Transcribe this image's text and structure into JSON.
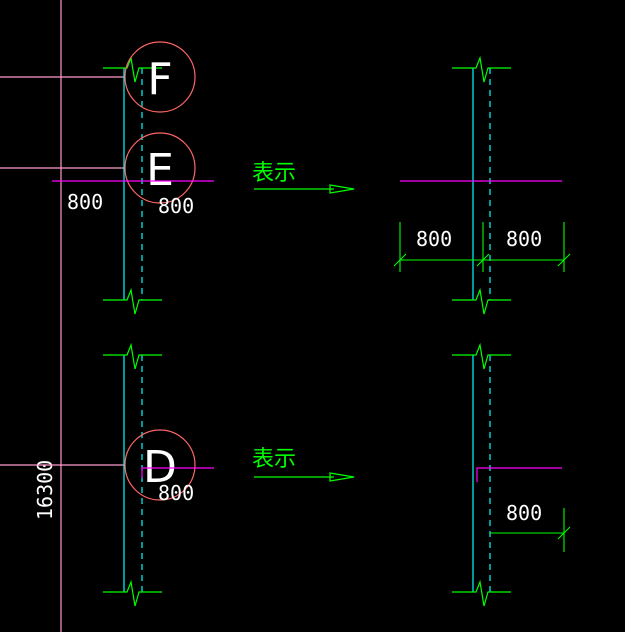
{
  "colors": {
    "background": "#000000",
    "axis_line": "#ff99cc",
    "grid_bubble": "#ff6666",
    "wall_solid": "#00ffff",
    "wall_dashed": "#00ffff",
    "break_symbol": "#00ff00",
    "dimension": "#00ff00",
    "offset_line": "#ff00ff",
    "text": "#ffffff",
    "annotation": "#00ff00"
  },
  "grid_labels": {
    "f": "F",
    "e": "E",
    "d": "D"
  },
  "left_panel": {
    "overall_dimension": "16300",
    "dim_e_left": "800",
    "dim_e_right": "800",
    "dim_d_right": "800"
  },
  "right_panel": {
    "dim_upper_left": "800",
    "dim_upper_right": "800",
    "dim_lower_right": "800"
  },
  "annotations": {
    "upper_label": "表示",
    "lower_label": "表示"
  }
}
